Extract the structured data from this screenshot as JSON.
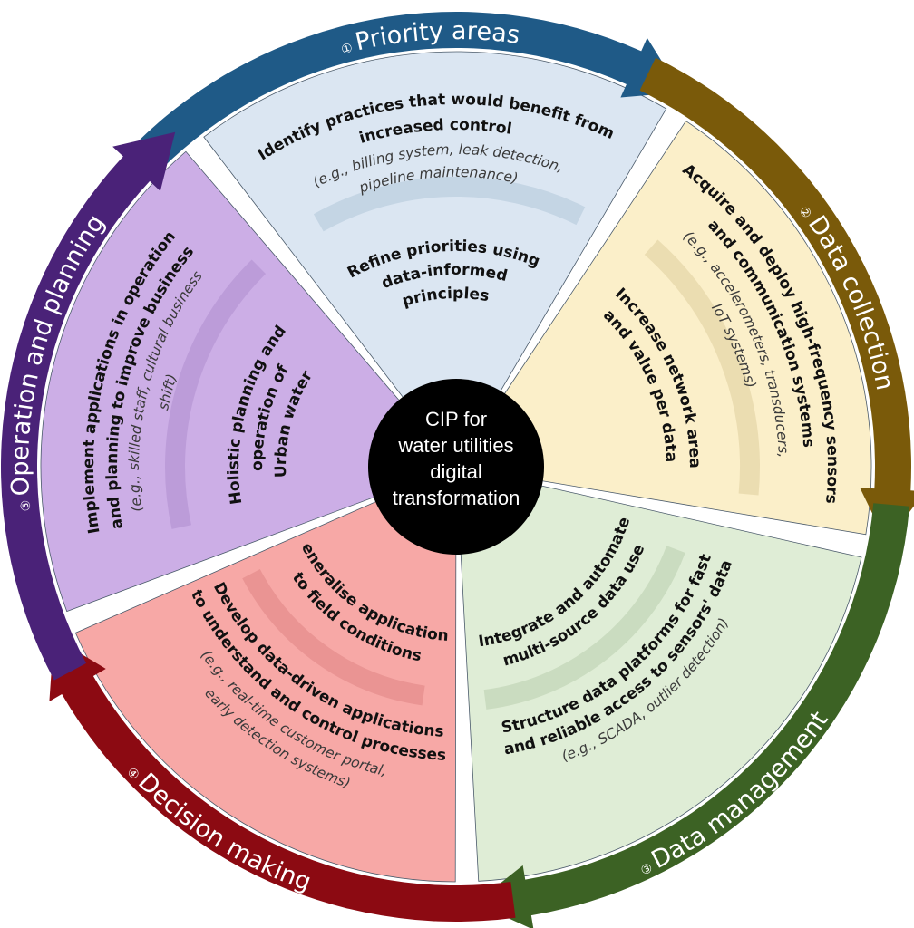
{
  "center": {
    "lines": [
      "CIP for",
      "water utilities",
      "digital",
      "transformation"
    ]
  },
  "stages": [
    {
      "number": "1",
      "title": "Priority areas",
      "ring_color": "#1f5a87",
      "fill_color": "#dbe6f2",
      "num_color": "#3d86c6",
      "outer_lines": [
        "Identify practices that would benefit from",
        "increased control"
      ],
      "example_lines": [
        "(e.g., billing system, leak detection,",
        "pipeline maintenance)"
      ],
      "inner_lines": [
        "Refine priorities using",
        "data-informed",
        "principles"
      ]
    },
    {
      "number": "2",
      "title": "Data collection",
      "ring_color": "#7a5a0a",
      "fill_color": "#fbefc9",
      "num_color": "#c89a1c",
      "outer_lines": [
        "Acquire and deploy high-frequency sensors",
        "and communication systems"
      ],
      "example_lines": [
        "(e.g., accelerometers, transducers,",
        "IoT systems)"
      ],
      "inner_lines": [
        "Increase network area",
        "and value per data"
      ]
    },
    {
      "number": "3",
      "title": "Data management",
      "ring_color": "#3c6224",
      "fill_color": "#dfedd6",
      "num_color": "#5f9a3a",
      "outer_lines": [
        "Structure data platforms for fast",
        "and reliable access to sensors' data"
      ],
      "example_lines": [
        "(e.g., SCADA, outlier detection)"
      ],
      "inner_lines": [
        "Integrate and automate",
        "multi-source data use"
      ]
    },
    {
      "number": "4",
      "title": "Decision making",
      "ring_color": "#8c0a12",
      "fill_color": "#f7a8a6",
      "num_color": "#e8706a",
      "outer_lines": [
        "Develop data-driven applications",
        "to understand and control processes"
      ],
      "example_lines": [
        "(e.g., real-time customer portal,",
        "early detection systems)"
      ],
      "inner_lines": [
        "Generalise applications",
        "to field conditions"
      ]
    },
    {
      "number": "5",
      "title": "Operation and planning",
      "ring_color": "#4a2278",
      "fill_color": "#ccaee6",
      "num_color": "#9a6cc8",
      "outer_lines": [
        "Implement applications in operation",
        "and planning to improve business"
      ],
      "example_lines": [
        "(e.g., skilled staff, cultural business",
        "shift)"
      ],
      "inner_lines": [
        "Holistic planning and",
        "operation of",
        "Urban water"
      ]
    }
  ]
}
